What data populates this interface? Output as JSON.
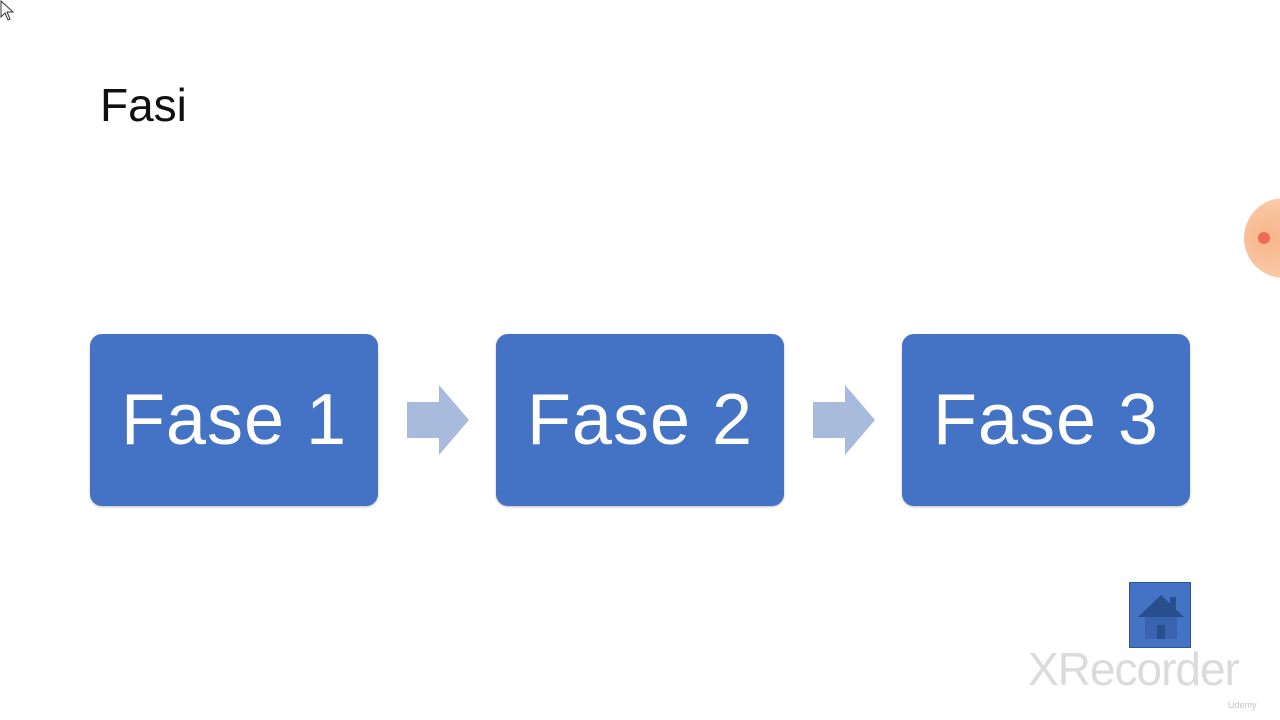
{
  "slide": {
    "title": "Fasi",
    "phases": [
      {
        "label": "Fase 1"
      },
      {
        "label": "Fase 2"
      },
      {
        "label": "Fase 3"
      }
    ],
    "box_color": "#4472c4",
    "arrow_color": "#a9bbdc",
    "home_icon": "home-icon"
  },
  "overlay": {
    "watermark": "XRecorder",
    "watermark_sub": "Udemy",
    "recorder_indicator_color": "#ef6a55"
  }
}
